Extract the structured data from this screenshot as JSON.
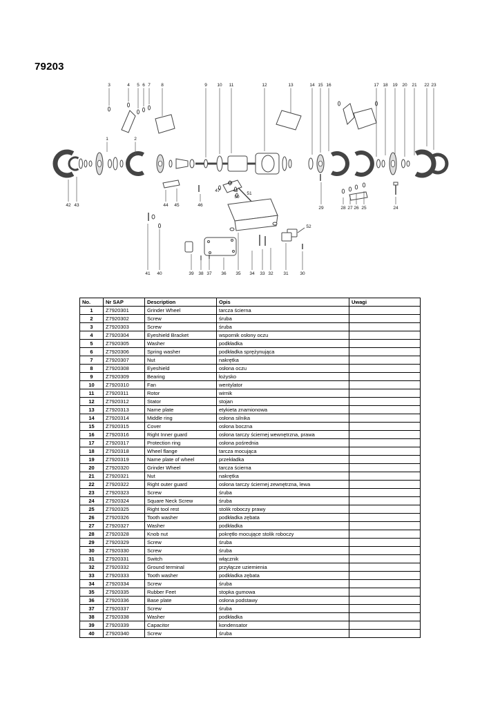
{
  "page": {
    "title": "79203"
  },
  "diagram": {
    "callouts": [
      [
        "3",
        158,
        125,
        153
      ],
      [
        "4",
        186,
        125,
        147
      ],
      [
        "5",
        200,
        125,
        157
      ],
      [
        "6",
        208,
        125,
        154
      ],
      [
        "7",
        216,
        125,
        151
      ],
      [
        "8",
        235,
        125,
        168
      ],
      [
        "9",
        298,
        125,
        228
      ],
      [
        "10",
        318,
        125,
        223
      ],
      [
        "11",
        335,
        125,
        222
      ],
      [
        "12",
        383,
        125,
        219
      ],
      [
        "13",
        421,
        125,
        163
      ],
      [
        "14",
        452,
        125,
        224
      ],
      [
        "15",
        464,
        125,
        221
      ],
      [
        "16",
        476,
        125,
        219
      ],
      [
        "17",
        545,
        125,
        227
      ],
      [
        "18",
        558,
        125,
        225
      ],
      [
        "19",
        572,
        125,
        223
      ],
      [
        "20",
        586,
        125,
        227
      ],
      [
        "21",
        600,
        125,
        225
      ],
      [
        "22",
        618,
        125,
        212
      ],
      [
        "23",
        628,
        125,
        217
      ],
      [
        "1",
        155,
        203,
        220
      ],
      [
        "2",
        196,
        203,
        224
      ],
      [
        "42",
        99,
        299,
        260
      ],
      [
        "43",
        111,
        299,
        256
      ],
      [
        "44",
        240,
        299,
        275
      ],
      [
        "45",
        256,
        299,
        273
      ],
      [
        "46",
        290,
        299,
        281
      ],
      [
        "47",
        315,
        278,
        null
      ],
      [
        "48",
        333,
        267,
        null
      ],
      [
        "49",
        341,
        278,
        null
      ],
      [
        "50",
        343,
        287,
        null
      ],
      [
        "51",
        361,
        282,
        null
      ],
      [
        "29",
        465,
        303,
        264
      ],
      [
        "28",
        497,
        303,
        286
      ],
      [
        "27",
        507,
        303,
        283
      ],
      [
        "26",
        516,
        303,
        280
      ],
      [
        "25",
        527,
        303,
        277
      ],
      [
        "24",
        573,
        303,
        285
      ],
      [
        "52",
        447,
        330,
        null
      ],
      [
        "41",
        214,
        398,
        324
      ],
      [
        "40",
        231,
        398,
        332
      ],
      [
        "39",
        277,
        398,
        368
      ],
      [
        "38",
        291,
        398,
        376
      ],
      [
        "37",
        303,
        398,
        374
      ],
      [
        "36",
        324,
        398,
        373
      ],
      [
        "35",
        345,
        398,
        337
      ],
      [
        "34",
        365,
        398,
        363
      ],
      [
        "33",
        380,
        398,
        361
      ],
      [
        "32",
        392,
        398,
        359
      ],
      [
        "31",
        414,
        398,
        352
      ],
      [
        "30",
        438,
        398,
        364
      ]
    ]
  },
  "table": {
    "headers": [
      "No.",
      "Nr SAP",
      "Description",
      "Opis",
      "Uwagi"
    ],
    "rows": [
      [
        "1",
        "Z7920301",
        "Grinder Wheel",
        "tarcza ścierna",
        ""
      ],
      [
        "2",
        "Z7920302",
        "Screw",
        "śruba",
        ""
      ],
      [
        "3",
        "Z7920303",
        "Screw",
        "śruba",
        ""
      ],
      [
        "4",
        "Z7920304",
        "Eyeshield Bracket",
        "wspornik osłony oczu",
        ""
      ],
      [
        "5",
        "Z7920305",
        "Washer",
        "podkładka",
        ""
      ],
      [
        "6",
        "Z7920306",
        "Spring washer",
        "podkładka sprężynująca",
        ""
      ],
      [
        "7",
        "Z7920307",
        "Nut",
        "nakrętka",
        ""
      ],
      [
        "8",
        "Z7920308",
        "Eyeshield",
        "osłona oczu",
        ""
      ],
      [
        "9",
        "Z7920309",
        "Bearing",
        "łożysko",
        ""
      ],
      [
        "10",
        "Z7920310",
        "Fan",
        "wentylator",
        ""
      ],
      [
        "11",
        "Z7920311",
        "Rotor",
        "wirnik",
        ""
      ],
      [
        "12",
        "Z7920312",
        "Stator",
        "stojan",
        ""
      ],
      [
        "13",
        "Z7920313",
        "Name plate",
        "etykieta znamionowa",
        ""
      ],
      [
        "14",
        "Z7920314",
        "Middle ring",
        "osłona silnika",
        ""
      ],
      [
        "15",
        "Z7920315",
        "Cover",
        "osłona boczna",
        ""
      ],
      [
        "16",
        "Z7920316",
        "Right Inner guard",
        "osłona tarczy ściernej wewnętrzna, prawa",
        ""
      ],
      [
        "17",
        "Z7920317",
        "Protection ring",
        "osłona pośrednia",
        ""
      ],
      [
        "18",
        "Z7920318",
        "Wheel flange",
        "tarcza mocująca",
        ""
      ],
      [
        "19",
        "Z7920319",
        "Name plate of wheel",
        "przekładka",
        ""
      ],
      [
        "20",
        "Z7920320",
        "Grinder Wheel",
        "tarcza ścierna",
        ""
      ],
      [
        "21",
        "Z7920321",
        "Nut",
        "nakrętka",
        ""
      ],
      [
        "22",
        "Z7920322",
        "Right outer guard",
        "osłona tarczy ściernej zewnętrzna, lewa",
        ""
      ],
      [
        "23",
        "Z7920323",
        "Screw",
        "śruba",
        ""
      ],
      [
        "24",
        "Z7920324",
        "Square Neck Screw",
        "śruba",
        ""
      ],
      [
        "25",
        "Z7920325",
        "Right tool rest",
        "stolik roboczy prawy",
        ""
      ],
      [
        "26",
        "Z7920326",
        "Tooth washer",
        "podkładka zębata",
        ""
      ],
      [
        "27",
        "Z7920327",
        "Washer",
        "podkładka",
        ""
      ],
      [
        "28",
        "Z7920328",
        "Knob nut",
        "pokrętło mocujące stolik roboczy",
        ""
      ],
      [
        "29",
        "Z7920329",
        "Screw",
        "śruba",
        ""
      ],
      [
        "30",
        "Z7920330",
        "Screw",
        "śruba",
        ""
      ],
      [
        "31",
        "Z7920331",
        "Switch",
        "włącznik",
        ""
      ],
      [
        "32",
        "Z7920332",
        "Ground terminal",
        "przyłącze uziemienia",
        ""
      ],
      [
        "33",
        "Z7920333",
        "Tooth washer",
        "podkładka zębata",
        ""
      ],
      [
        "34",
        "Z7920334",
        "Screw",
        "śruba",
        ""
      ],
      [
        "35",
        "Z7920335",
        "Rubber Feet",
        "stopka gumowa",
        ""
      ],
      [
        "36",
        "Z7920336",
        "Base plate",
        "osłona podstawy",
        ""
      ],
      [
        "37",
        "Z7920337",
        "Screw",
        "śruba",
        ""
      ],
      [
        "38",
        "Z7920338",
        "Washer",
        "podkładka",
        ""
      ],
      [
        "39",
        "Z7920339",
        "Capacitor",
        "kondensator",
        ""
      ],
      [
        "40",
        "Z7920340",
        "Screw",
        "śruba",
        ""
      ]
    ]
  }
}
